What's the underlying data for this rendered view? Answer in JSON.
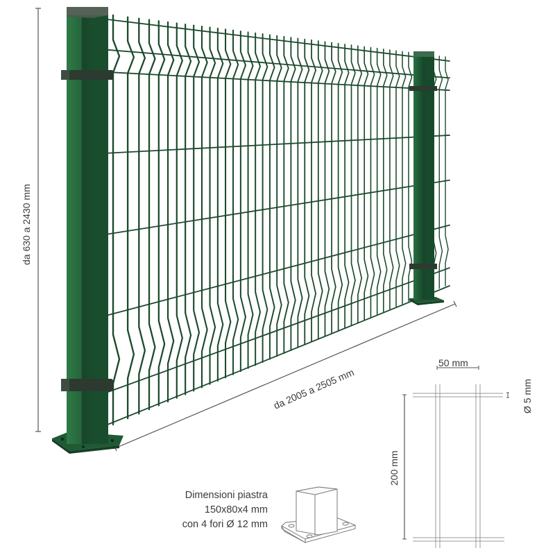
{
  "colors": {
    "background": "#ffffff",
    "post_green": "#1f5a34",
    "post_highlight": "#2e7a48",
    "post_shadow": "#143d23",
    "wire_green": "#1c4a2c",
    "clip_dark": "#2c3a30",
    "dimension_line": "#555555",
    "detail_line": "#9a9a9a",
    "label_text": "#3a3a3a"
  },
  "product": {
    "subject": "3D welded mesh fence panel with square posts",
    "dimensions": {
      "height_label": "da 630 a 2430 mm",
      "width_label": "da 2005 a 2505 mm"
    }
  },
  "base_plate_detail": {
    "lines": [
      "Dimensioni piastra",
      "150x80x4 mm",
      "con 4 fori Ø 12 mm"
    ],
    "icon": "post-base-plate-icon"
  },
  "mesh_detail": {
    "width_label": "50 mm",
    "height_label": "200 mm",
    "wire_diameter_label": "Ø 5 mm"
  }
}
